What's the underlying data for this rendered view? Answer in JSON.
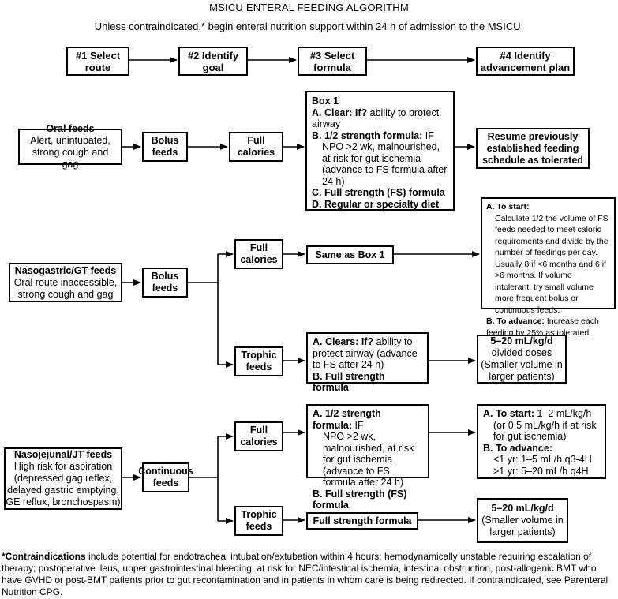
{
  "title": "MSICU ENTERAL FEEDING ALGORITHM",
  "subtitle": "Unless contraindicated,* begin enteral nutrition support within 24 h of admission to the MSICU.",
  "steps": [
    {
      "line1": "#1 Select",
      "line2": "route"
    },
    {
      "line1": "#2 Identify",
      "line2": "goal"
    },
    {
      "line1": "#3 Select",
      "line2": "formula"
    },
    {
      "line1": "#4 Identify",
      "line2": "advancement plan"
    }
  ],
  "oral": {
    "title": "Oral feeds",
    "desc": "Alert, unintubated, strong cough and gag",
    "bolus": "Bolus feeds",
    "full": "Full calories",
    "box1": {
      "heading": "Box 1",
      "a_bold": "A. Clear: If?",
      "a_text": "ability to protect airway",
      "b_bold": "B. 1/2 strength formula:",
      "b_text1": "IF",
      "b_text2": "NPO >2 wk, malnourished, at risk for gut ischemia (advance to FS formula after 24 h)",
      "c": "C. Full strength (FS) formula",
      "d": "D. Regular or specialty diet"
    },
    "resume": "Resume previously established feeding schedule as tolerated"
  },
  "ng": {
    "title": "Nasogastric/GT feeds",
    "desc": "Oral route inaccessible, strong cough and gag",
    "bolus": "Bolus feeds",
    "full": "Full calories",
    "same": "Same as Box 1",
    "trophic": "Trophic feeds",
    "trophic_formula": {
      "a_bold": "A. Clears: If?",
      "a_text": "ability to protect airway (advance to FS after 24 h)",
      "b": "B. Full strength formula"
    },
    "trophic_rate": {
      "bold": "5–20 mL/kg/d",
      "text": "divided doses (Smaller volume in larger patients)"
    },
    "advance": {
      "a_bold": "A. To start:",
      "a_text": "Calculate 1/2 the volume of FS feeds needed to meet caloric requirements and divide by the number of feedings per day. Usually 8 if <6 months and 6 if >6 months. If volume intolerant, try small volume more frequent bolus or continuous feeds.",
      "b_bold": "B. To advance:",
      "b_text": "Increase each feeding by 25% as tolerated"
    }
  },
  "nj": {
    "title": "Nasojejunal/JT feeds",
    "desc": "High risk for aspiration (depressed gag reflex, delayed gastric emptying, GE reflux, bronchospasm)",
    "continuous": "Continuous feeds",
    "full": "Full calories",
    "full_formula": {
      "a_bold": "A. 1/2 strength formula:",
      "a_text1": "IF",
      "a_text2": "NPO >2 wk, malnourished, at risk for gut ischemia (advance to FS formula after 24 h)",
      "b": "B. Full strength (FS) formula"
    },
    "advance": {
      "a_bold": "A. To start:",
      "a_text1": "1–2 mL/kg/h",
      "a_text2": "(or 0.5 mL/kg/h if at risk for gut ischemia)",
      "b_bold": "B. To advance:",
      "b_line1": "<1 yr: 1–5 mL/h q3-4H",
      "b_line2": ">1 yr: 5–20 mL/h q4H"
    },
    "trophic": "Trophic feeds",
    "trophic_formula": "Full strength formula",
    "trophic_rate": {
      "bold": "5–20 mL/kg/d",
      "text": "(Smaller volume in larger patients)"
    }
  },
  "footnote": {
    "bold": "*Contraindications",
    "text": "include potential for endotracheal intubation/extubation within 4 hours; hemodynamically unstable requiring escalation of therapy; postoperative ileus, upper gastrointestinal bleeding, at risk for NEC/intestinal ischemia, intestinal obstruction, post-allogenic BMT who have GVHD or post-BMT patients prior to gut recontamination and in patients in whom care is being redirected. If contraindicated, see Parenteral Nutrition CPG."
  }
}
